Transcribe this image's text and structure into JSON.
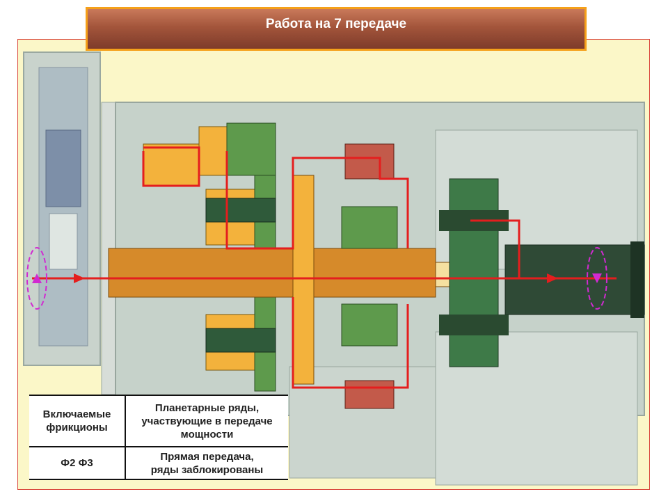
{
  "slide": {
    "title": "Работа на 7 передаче"
  },
  "diagram": {
    "colors": {
      "background": "#fbf7c8",
      "housing": "#b9c7bd",
      "shaft": "#d68a2a",
      "clutch": "#f3b23c",
      "green_parts": "#5e9a4c",
      "dark_gear": "#2f5a3a",
      "power_flow": "#e41e1e",
      "rotation_arrow": "#d12ad1"
    }
  },
  "table": {
    "header_col1": "Включаемые\nфрикционы",
    "header_col2": "Планетарные ряды,\nучаствующие в передаче\nмощности",
    "row_col1": "Ф2  Ф3",
    "row_col2": "Прямая передача,\nряды заблокированы"
  }
}
